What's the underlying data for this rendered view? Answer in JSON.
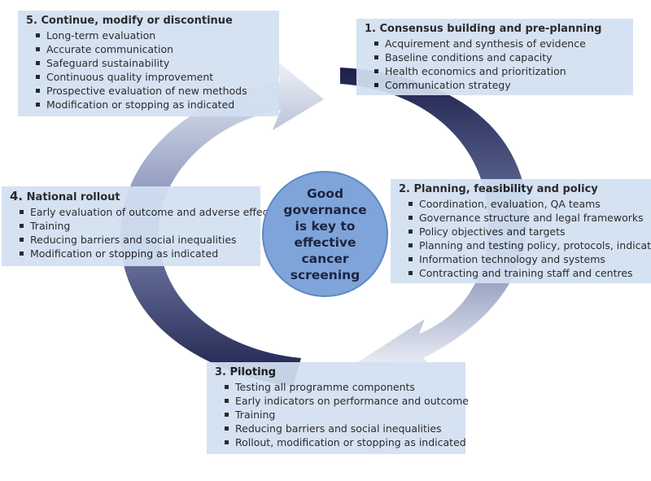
{
  "center": {
    "text": "Good governance\nis key to effective\ncancer screening"
  },
  "stages": [
    {
      "number": "1.",
      "title": "Consensus building and pre-planning",
      "items": [
        "Acquirement and synthesis of evidence",
        "Baseline conditions and capacity",
        "Health economics and prioritization",
        "Communication strategy"
      ]
    },
    {
      "number": "2.",
      "title": "Planning, feasibility and policy",
      "items": [
        "Coordination, evaluation, QA teams",
        "Governance structure and legal frameworks",
        "Policy objectives and targets",
        "Planning and testing policy, protocols, indicators",
        "Information technology and systems",
        "Contracting and training staff and centres"
      ]
    },
    {
      "number": "3.",
      "title": "Piloting",
      "items": [
        "Testing all programme components",
        "Early indicators on performance and outcome",
        "Training",
        "Reducing barriers and social inequalities",
        "Rollout, modification or stopping as indicated"
      ]
    },
    {
      "number": "4.",
      "title": "National rollout",
      "items": [
        "Early evaluation of outcome and adverse effects",
        "Training",
        "Reducing barriers and social inequalities",
        "Modification or stopping as indicated"
      ]
    },
    {
      "number": "5.",
      "title": "Continue, modify or discontinue",
      "items": [
        "Long-term evaluation",
        "Accurate  communication",
        "Safeguard sustainability",
        "Continuous quality improvement",
        "Prospective evaluation of new methods",
        "Modification or stopping as indicated"
      ]
    }
  ],
  "colors": {
    "arrow_dark": "#1c1f4a",
    "arrow_light": "#e8edf7",
    "box_fill": "#d2e0f2",
    "circle_fill": "#7fa4d9"
  }
}
